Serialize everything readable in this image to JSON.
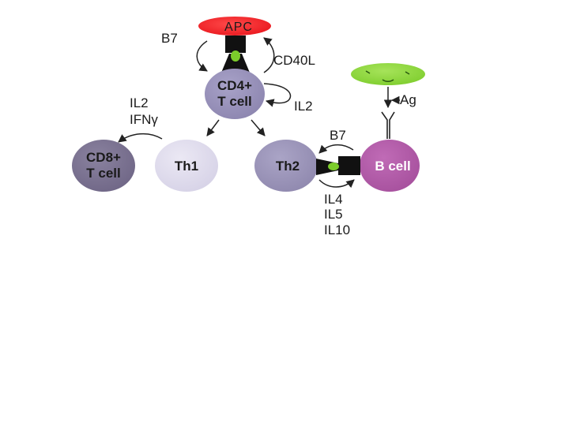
{
  "cells": {
    "apc": "APC",
    "cd4_line1": "CD4+",
    "cd4_line2": "T cell",
    "cd8_line1": "CD8+",
    "cd8_line2": "T cell",
    "th1": "Th1",
    "th2": "Th2",
    "bcell": "B cell"
  },
  "labels": {
    "b7_top": "B7",
    "cd40l": "CD40L",
    "il2_self": "IL2",
    "il2_left": "IL2",
    "ifn": "IFNγ",
    "ag": "Ag",
    "b7_right": "B7",
    "il4": "IL4",
    "il5": "IL5",
    "il10": "IL10"
  },
  "colors": {
    "apc": "#e8141b",
    "cd4": "#8b84ae",
    "cd8": "#6e6585",
    "th1": "#d5d1e6",
    "th2": "#8e87ad",
    "bcell": "#a54f9c",
    "antigen": "#7ccc2b",
    "receptor": "#7ccc2b",
    "mhc": "#111111"
  }
}
